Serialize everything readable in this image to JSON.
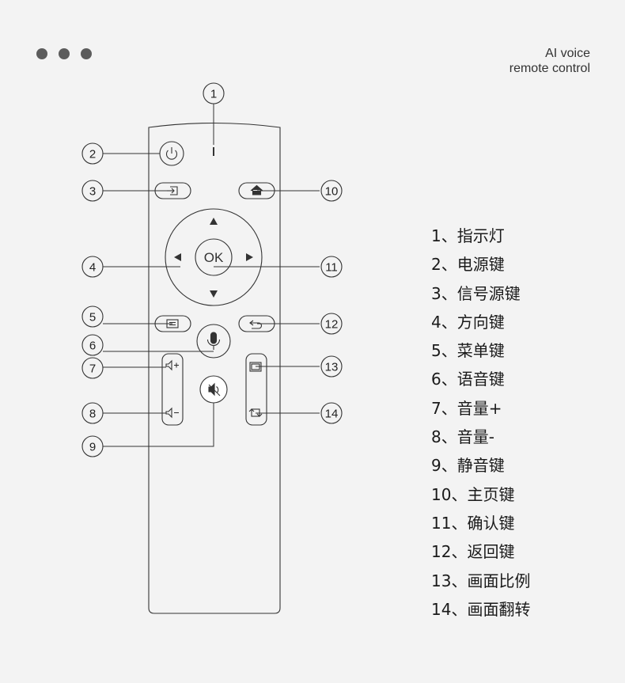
{
  "header": {
    "title_line1": "AI voice",
    "title_line2": "remote control"
  },
  "remote": {
    "ok_label": "OK"
  },
  "callouts": [
    "1",
    "2",
    "3",
    "4",
    "5",
    "6",
    "7",
    "8",
    "9",
    "10",
    "11",
    "12",
    "13",
    "14"
  ],
  "legend": [
    "1、指示灯",
    "2、电源键",
    "3、信号源键",
    "4、方向键",
    "5、菜单键",
    "6、语音键",
    "7、音量+",
    "8、音量-",
    "9、静音键",
    "10、主页键",
    "11、确认键",
    "12、返回键",
    "13、画面比例",
    "14、画面翻转"
  ],
  "icons": {
    "power": "power-icon",
    "input": "input-source-icon",
    "home": "home-icon",
    "menu": "menu-icon",
    "back": "back-icon",
    "mic": "microphone-icon",
    "vol_up": "volume-up-icon",
    "vol_down": "volume-down-icon",
    "mute": "mute-icon",
    "aspect": "aspect-ratio-icon",
    "flip": "flip-screen-icon"
  }
}
